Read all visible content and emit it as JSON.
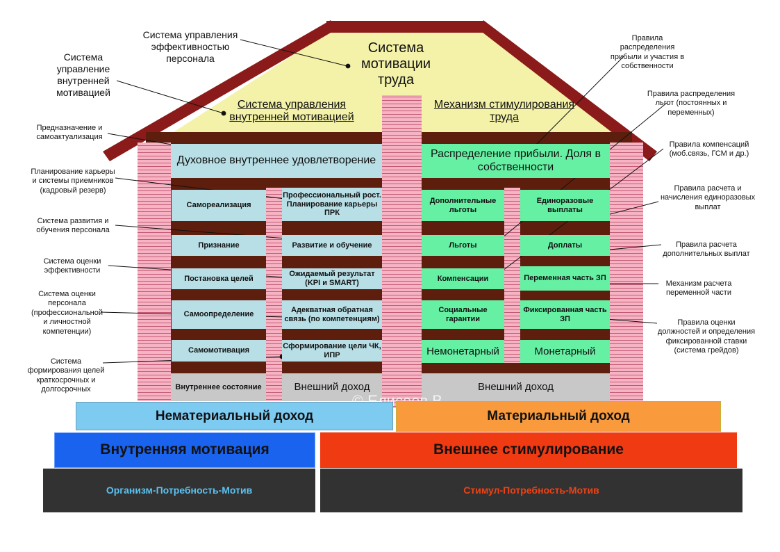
{
  "roof_title": "Система мотивации труда",
  "roof_left": "Система управления внутренней мотивацией",
  "roof_right": "Механизм стимулирования труда",
  "band_left": "Духовное внутреннее удовлетворение",
  "band_right": "Распределение прибыли. Доля в собственности",
  "cells": {
    "samorealizaciya": "Самореализация",
    "prof_rost": "Профессиональный рост. Планирование карьеры ПРК",
    "priznanie": "Признание",
    "razvitie": "Развитие и обучение",
    "postanovka": "Постановка целей",
    "ozhidaemyi": "Ожидаемый результат (KPI и SMART)",
    "samoopredelenie": "Самоопределение",
    "adekvatnaya": "Адекватная обратная связь (по компетенциям)",
    "samomotivaciya": "Самомотивация",
    "sformirovanie": "Сформирование цели ЧК, ИПР",
    "vnutrennee": "Внутреннее состояние",
    "vneshnii_left": "Внешний доход",
    "dop_lgoty": "Дополнительные льготы",
    "edinorazovye": "Единоразовые выплаты",
    "lgoty": "Льготы",
    "doplaty": "Доплаты",
    "kompensacii": "Компенсации",
    "peremennaya": "Переменная часть ЗП",
    "socialnye": "Социальные гарантии",
    "fiksirovannaya": "Фиксированная часть ЗП",
    "nemonetarnyi": "Немонетарный",
    "monetarnyi": "Монетарный",
    "vneshnii_right": "Внешний доход"
  },
  "foundation": {
    "nemat": "Нематериальный доход",
    "mat": "Материальный доход",
    "vnutr_motivaciya": "Внутренняя мотивация",
    "vnesh_stimul": "Внешнее стимулирование",
    "org_motiv": "Организм-Потребность-Мотив",
    "stim_motiv": "Стимул-Потребность-Мотив"
  },
  "watermark": "© Елисеев В.",
  "labels_left": {
    "sist_upr_eff": "Система управления эффективностью персонала",
    "sist_upr_vnutr": "Система управление внутренней мотивацией",
    "prednaznachenie": "Предназначение и самоактуализация",
    "planirovanie": "Планирование карьеры и системы приемников (кадровый резерв)",
    "razvitiya": "Система развития и обучения персонала",
    "ocenki_eff": "Система оценки эффективности",
    "ocenki_pers": "Система оценки персонала (профессиональной и личностной компетенции)",
    "formirovaniya": "Система формирования целей краткосрочных и долгосрочных"
  },
  "labels_right": {
    "pr_pribyli": "Правила распределения прибыли и участия в собственности",
    "pr_lgot": "Правила распределения льгот (постоянных и переменных)",
    "pr_komp": "Правила компенсаций (моб.связь, ГСМ и др.)",
    "pr_edinoraz": "Правила расчета и начисления единоразовых выплат",
    "pr_doplat": "Правила расчета дополнительных выплат",
    "mehanizm_per": "Механизм расчета переменной части",
    "pr_ocenki": "Правила оценки должностей и определения фиксированной ставки (система грейдов)"
  },
  "colors": {
    "roof": "#8b1a1a",
    "roof_fill": "#f3f2a8",
    "beam": "#5e1e0d",
    "brick": "#f6b3c3",
    "brick_line": "#c45a74",
    "cell_blue": "#b8dfe6",
    "cell_green": "#66f0a4",
    "cell_gray": "#c8c8c8",
    "nemat": "#7ecbf2",
    "mat": "#f99a3c",
    "vnutr": "#1a63ee",
    "vnesh": "#f03a12",
    "base": "#323232",
    "org_text": "#5ac2f2",
    "stim_text": "#f04214"
  }
}
